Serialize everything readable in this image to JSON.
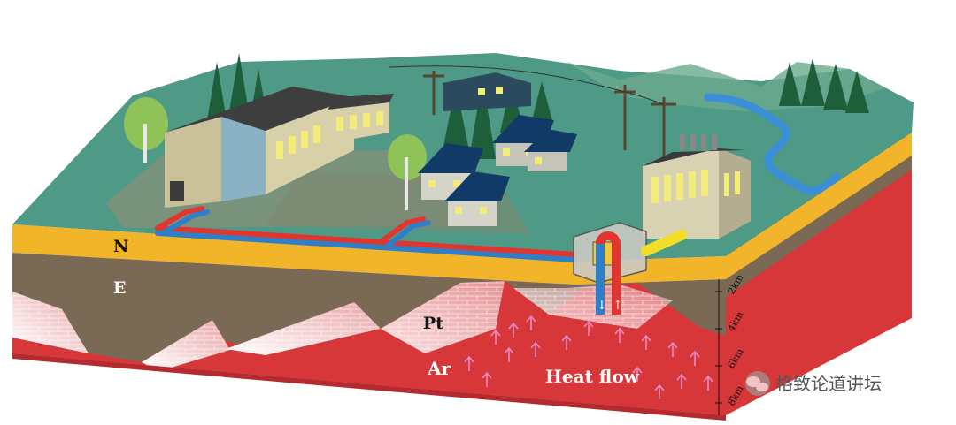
{
  "labels": {
    "formation_n": "N",
    "formation_e": "E",
    "formation_pt": "Pt",
    "formation_ar": "Ar",
    "heat_flow": "Heat flow"
  },
  "depth_scale": [
    "2km",
    "4km",
    "6km",
    "8km"
  ],
  "watermark": "格致论道讲坛",
  "colors": {
    "surface_green": "#4f9a86",
    "sand_layer": "#f2b52a",
    "sediment": "#7a6a55",
    "basement_red": "#d8373a",
    "hot_pipe": "#e0362f",
    "cold_pipe": "#2e7fc8",
    "river": "#3a8fd6"
  }
}
